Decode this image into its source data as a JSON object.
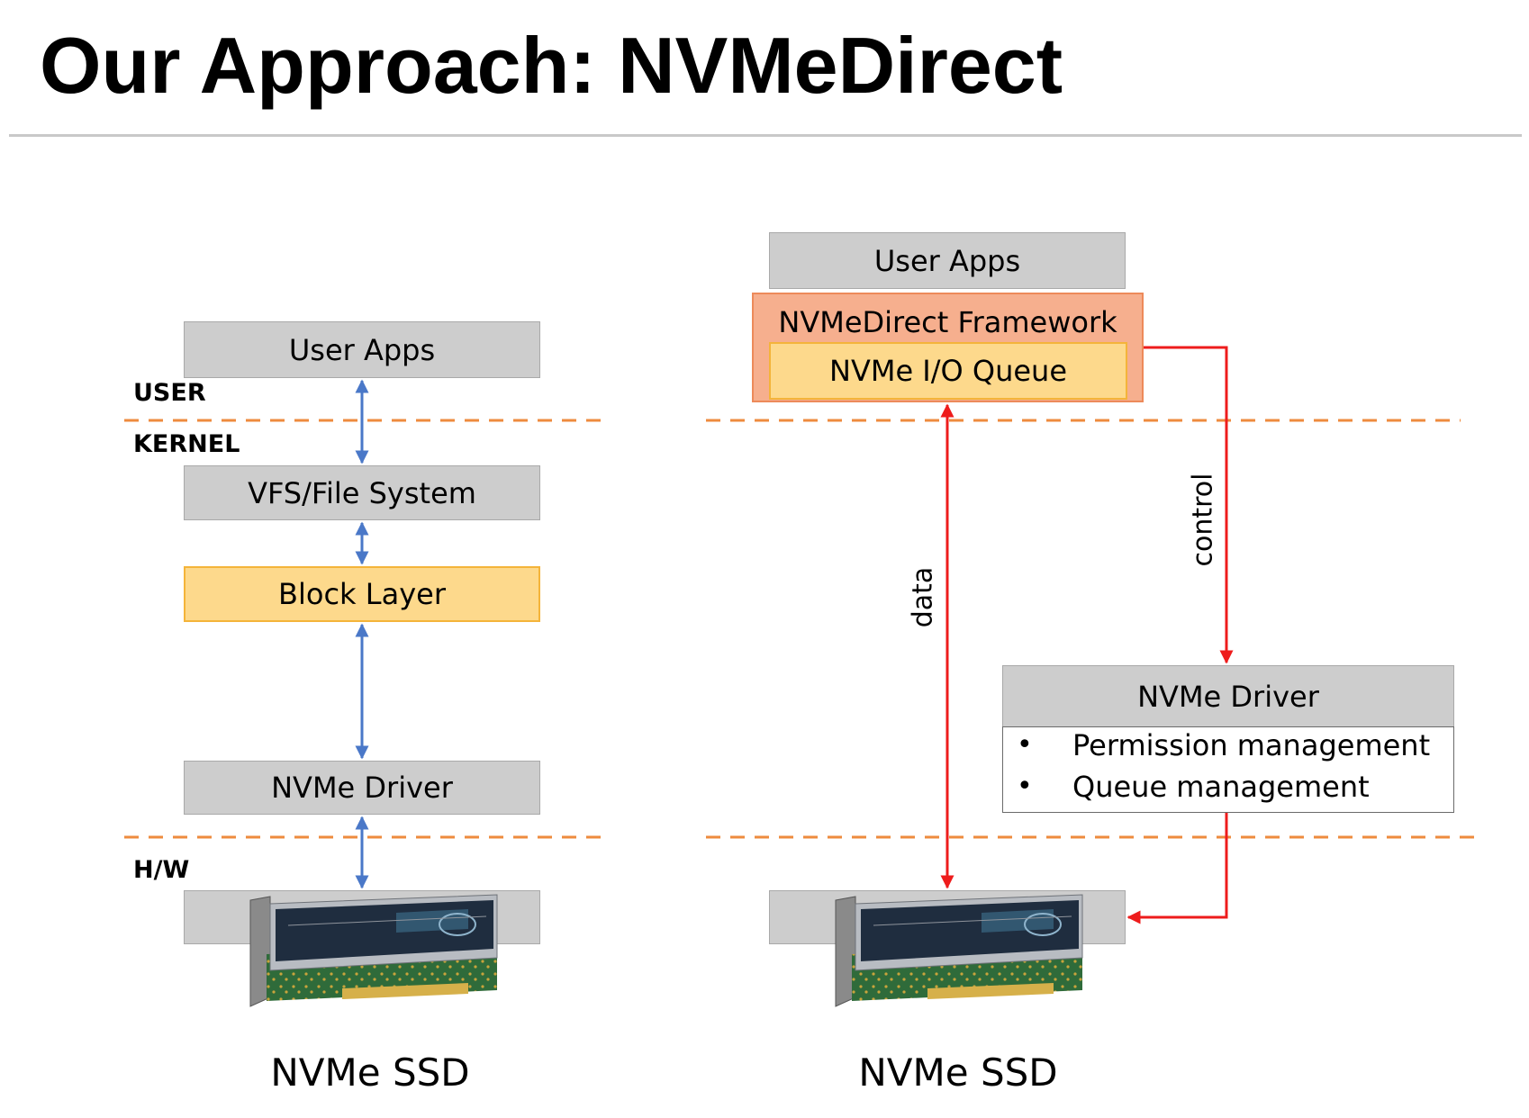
{
  "slide": {
    "title": "Our Approach: NVMeDirect"
  },
  "left_stack": {
    "user_apps": "User Apps",
    "vfs": "VFS/File System",
    "block_layer": "Block Layer",
    "nvme_driver": "NVMe Driver",
    "ssd_label": "NVMe SSD",
    "levels": {
      "user": "USER",
      "kernel": "KERNEL",
      "hw": "H/W"
    }
  },
  "right_stack": {
    "user_apps": "User Apps",
    "framework": "NVMeDirect Framework",
    "io_queue": "NVMe I/O Queue",
    "nvme_driver": "NVMe Driver",
    "driver_items": [
      "Permission management",
      "Queue management"
    ],
    "ssd_label": "NVMe SSD",
    "data_label": "data",
    "control_label": "control"
  },
  "colors": {
    "gray_box": "#cdcdcd",
    "yellow_box": "#fdd98c",
    "framework_box": "#f6af8e",
    "blue_arrow": "#4a78c8",
    "red_arrow": "#ee1c1c",
    "dashed_line": "#ee8b3e"
  }
}
